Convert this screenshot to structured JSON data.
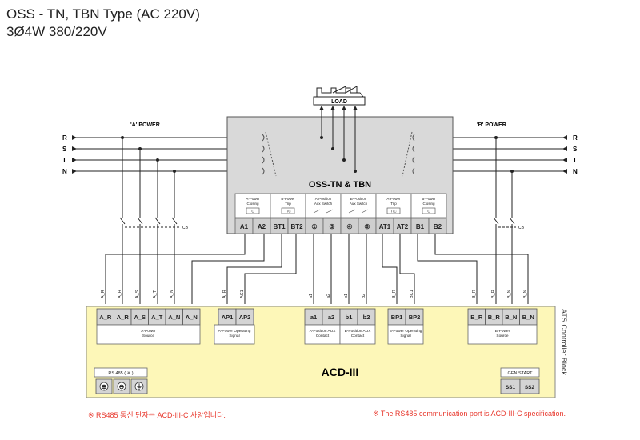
{
  "title": {
    "line1": "OSS - TN, TBN Type (AC 220V)",
    "line2": "3Ø4W 380/220V"
  },
  "load_label": "LOAD",
  "a_power_label": "'A' POWER",
  "b_power_label": "'B' POWER",
  "phases": [
    "R",
    "S",
    "T",
    "N"
  ],
  "oss_title": "OSS-TN & TBN",
  "oss_blocks": [
    {
      "label": "A-Power Closing",
      "code": "C"
    },
    {
      "label": "B-Power Trip",
      "code": "T/C"
    },
    {
      "label": "A-Position Aux Switch",
      "code": ""
    },
    {
      "label": "B-Position Aux Switch",
      "code": ""
    },
    {
      "label": "A-Power Trip",
      "code": "T/C"
    },
    {
      "label": "B-Power Closing",
      "code": "C"
    }
  ],
  "oss_terminals": [
    "A1",
    "A2",
    "BT1",
    "BT2",
    "①",
    "③",
    "④",
    "⑥",
    "AT1",
    "AT2",
    "B1",
    "B2"
  ],
  "cb_label": "CB",
  "wire_tags": {
    "a_source": [
      "A_R",
      "A_R",
      "A_S",
      "A_T",
      "A_N"
    ],
    "a_signal": [
      "A_R",
      "AC1"
    ],
    "aux": [
      "a1",
      "a2",
      "b1",
      "b2"
    ],
    "b_signal": [
      "B_R",
      "BC1"
    ],
    "b_source": [
      "B_R",
      "B_R",
      "B_N",
      "B_N"
    ]
  },
  "acd": {
    "side_label": "ATS Controller Block",
    "name": "ACD-III",
    "a_source_terminals": [
      "A_R",
      "A_R",
      "A_S",
      "A_T",
      "A_N",
      "A_N"
    ],
    "a_source_caption": "A-Power Source",
    "a_signal_terminals": [
      "AP1",
      "AP2"
    ],
    "a_signal_caption": "A-Power Operating Signal",
    "aux_terminals": [
      "a1",
      "a2",
      "b1",
      "b2"
    ],
    "aux_a_caption": "A-Position AUX Contact",
    "aux_b_caption": "B-Position AUX Contact",
    "b_signal_terminals": [
      "BP1",
      "BP2"
    ],
    "b_signal_caption": "B-Power Operating Signal",
    "b_source_terminals": [
      "B_R",
      "B_R",
      "B_N",
      "B_N"
    ],
    "b_source_caption": "B-Power Source",
    "rs485_label": "RS 485 ( ※ )",
    "rs485_terminals": [
      "⊕",
      "⊖",
      "⏚"
    ],
    "gen_label": "GEN START",
    "gen_terminals": [
      "SS1",
      "SS2"
    ]
  },
  "notes": {
    "korean": "※ RS485 통신 단자는 ACD-III-C 사양입니다.",
    "english": "※ The RS485 communication port is ACD-III-C specification."
  }
}
